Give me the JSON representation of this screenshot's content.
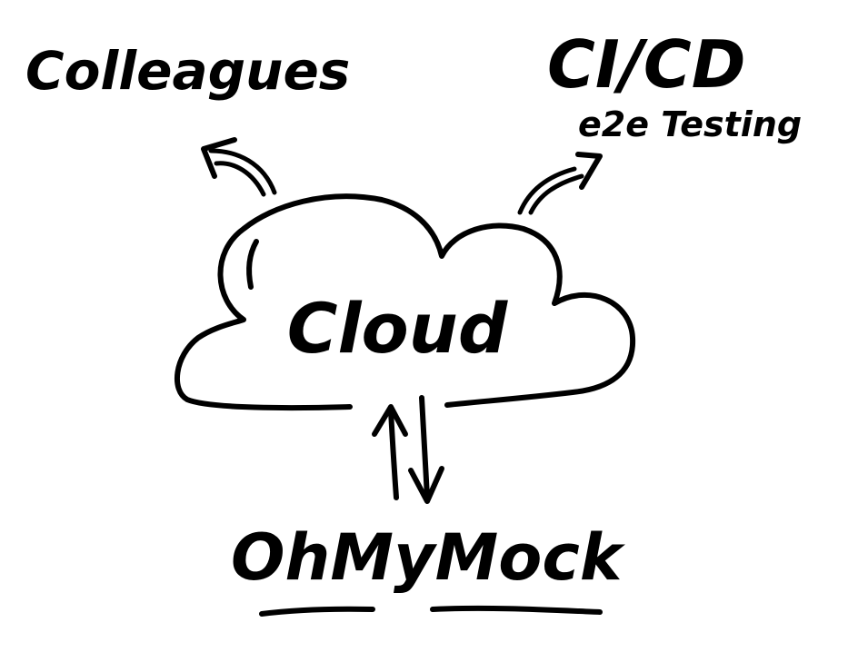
{
  "colors": {
    "ink": "#000000",
    "background": "#ffffff"
  },
  "nodes": {
    "cloud": {
      "label": "Cloud"
    },
    "colleagues": {
      "label": "Colleagues"
    },
    "cicd": {
      "label": "CI/CD",
      "sublabel": "e2e Testing"
    },
    "ohmymock": {
      "label": "OhMyMock"
    }
  },
  "edges": [
    {
      "from": "cloud",
      "to": "colleagues",
      "direction": "one-way"
    },
    {
      "from": "cloud",
      "to": "cicd",
      "direction": "one-way"
    },
    {
      "from": "cloud",
      "to": "ohmymock",
      "direction": "two-way"
    }
  ]
}
